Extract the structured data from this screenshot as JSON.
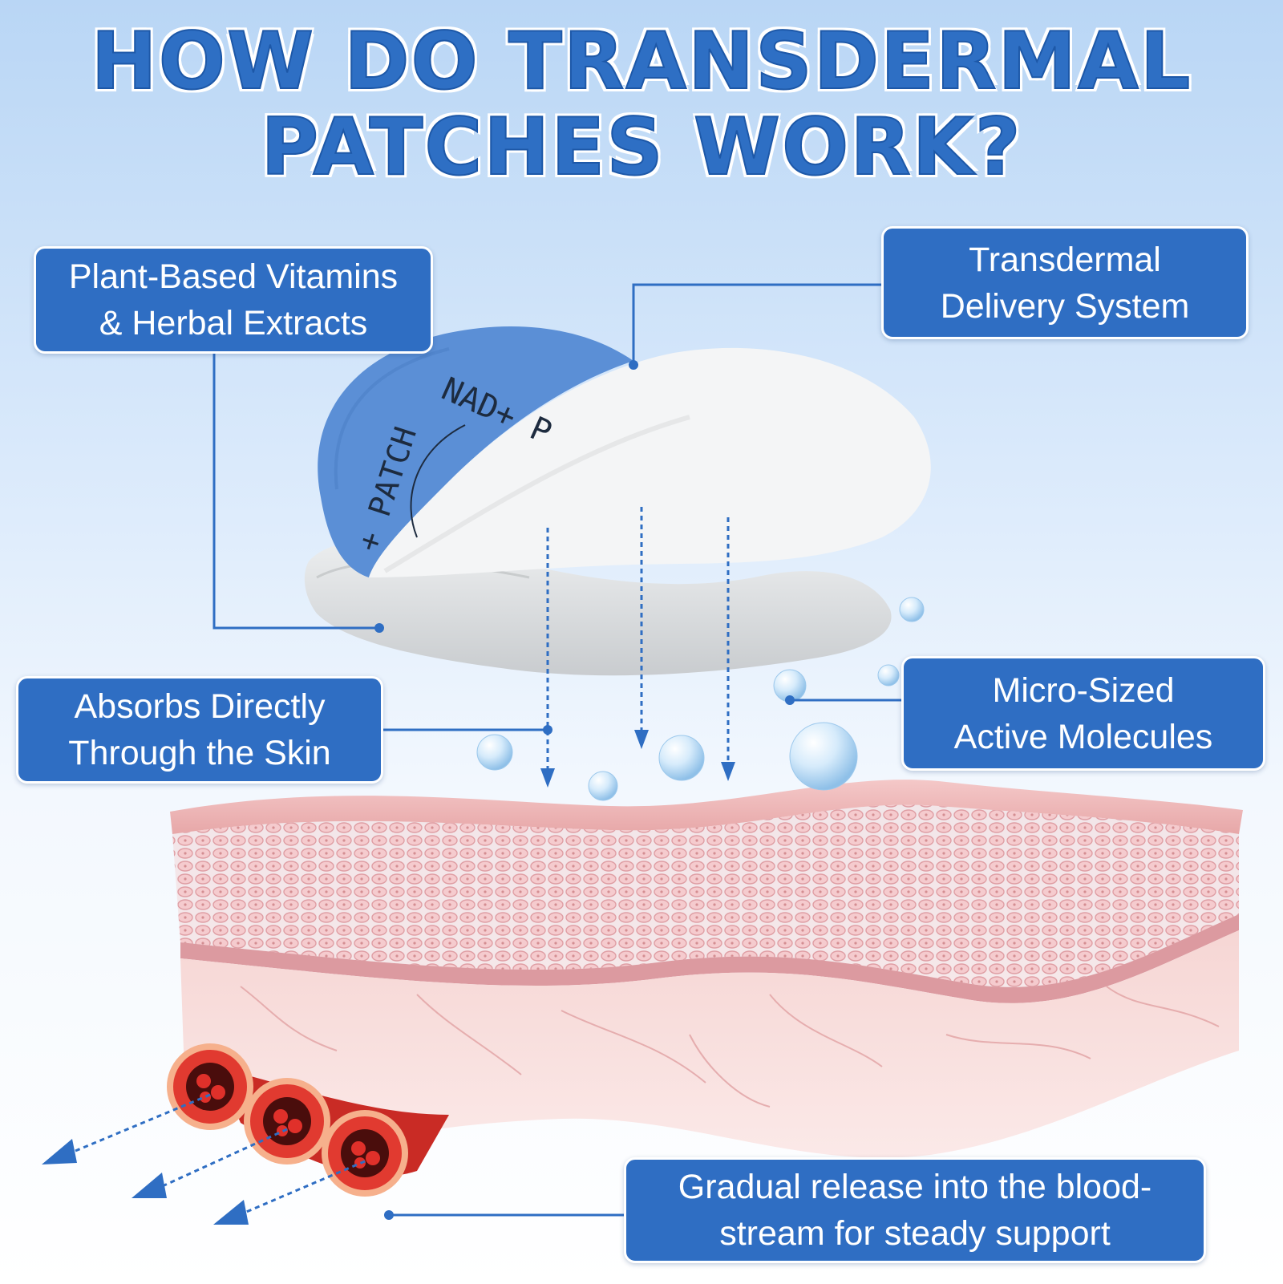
{
  "title": {
    "line1": "HOW DO TRANSDERMAL",
    "line2": "PATCHES WORK?"
  },
  "patch_print": {
    "text_top": "NAD+ P",
    "text_side": "+ PATCH"
  },
  "callouts": {
    "plant_based": {
      "line1": "Plant-Based Vitamins",
      "line2": "& Herbal Extracts"
    },
    "delivery_system": {
      "line1": "Transdermal",
      "line2": "Delivery System"
    },
    "absorbs": {
      "line1": "Absorbs Directly",
      "line2": "Through the Skin"
    },
    "micro_sized": {
      "line1": "Micro-Sized",
      "line2": "Active Molecules"
    },
    "gradual_release": {
      "line1": "Gradual release into the blood-",
      "line2": "stream for steady support"
    }
  },
  "colors": {
    "accent_blue": "#2f6ec3",
    "title_blue": "#2e6fc4",
    "patch_blue": "#5b8fd6",
    "skin_pink": "#f0c4c4",
    "vessel_red": "#d8322a"
  }
}
